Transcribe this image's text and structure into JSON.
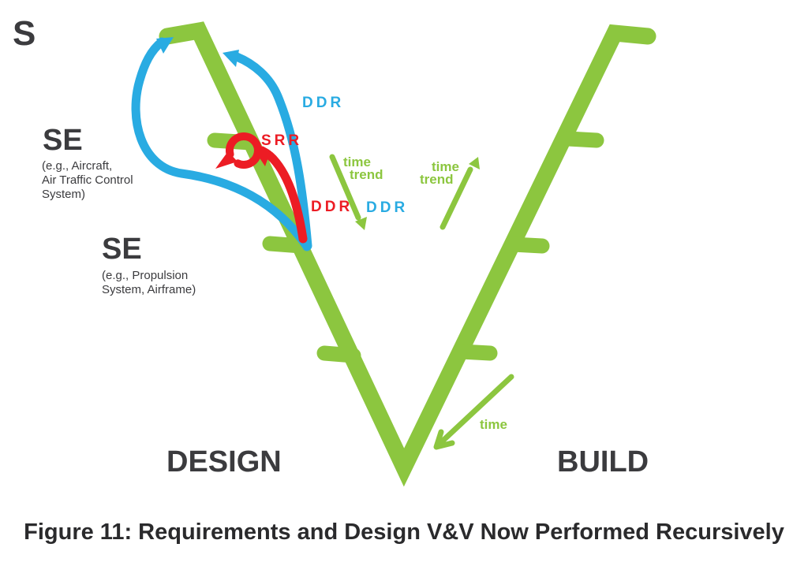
{
  "colors": {
    "green": "#8CC63F",
    "blue": "#29ABE2",
    "red": "#EC1C24",
    "label_dark": "#3B3B3E",
    "caption_dark": "#2A2A2C"
  },
  "labels": {
    "s": "S",
    "se_system": {
      "title": "SE",
      "lines": [
        "(e.g., Aircraft,",
        "Air Traffic Control",
        "System)"
      ]
    },
    "se_subsystem": {
      "title": "SE",
      "lines": [
        "(e.g., Propulsion",
        "System, Airframe)"
      ]
    },
    "ddr_top": "DDR",
    "srr": "SRR",
    "ddr_red": "DDR",
    "ddr_mid": "DDR",
    "time_trend_left": {
      "line1": "time",
      "line2": "trend"
    },
    "time_trend_right": {
      "line1": "time",
      "line2": "trend"
    },
    "time_bottom": "time",
    "design": "DESIGN",
    "build": "BUILD"
  },
  "caption": "Figure 11: Requirements and Design V&V Now Performed Recursively"
}
